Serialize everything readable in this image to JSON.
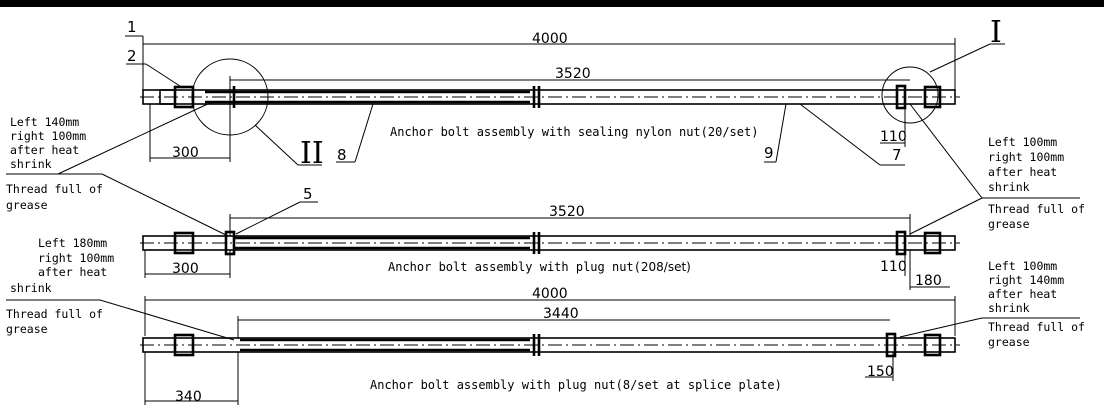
{
  "page": {
    "top_bar_color": "#000000",
    "line_color": "#000000",
    "background": "#ffffff"
  },
  "assembly1": {
    "title": "Anchor bolt assembly with sealing nylon nut(20/set)",
    "dim_total": "4000",
    "dim_inner": "3520",
    "dim_left": "300",
    "dim_right": "110",
    "tags": {
      "t1": "1",
      "t2": "2",
      "t7": "7",
      "t8": "8",
      "t9": "9"
    },
    "detail_right": "I",
    "detail_left": "II"
  },
  "assembly2": {
    "title_main": "Anchor bolt assembly with plug nut(",
    "title_count": "208/set)",
    "dim_inner": "3520",
    "dim_left": "300",
    "dim_right": "110",
    "dim_right2": "180",
    "tag5": "5"
  },
  "assembly3": {
    "title": "Anchor bolt assembly with plug nut(8/set at splice plate)",
    "dim_total": "4000",
    "dim_inner": "3440",
    "dim_left": "340",
    "dim_right": "150"
  },
  "notes": {
    "n1": [
      "Left 140mm",
      "right 100mm",
      "after heat",
      "shrink"
    ],
    "n1_grease": [
      "Thread full of",
      "grease"
    ],
    "n2": [
      "Left 100mm",
      "right 100mm",
      "after heat",
      "shrink"
    ],
    "n2_grease": [
      "Thread full of",
      "grease"
    ],
    "n3": [
      "Left 180mm",
      "right 100mm",
      "after heat",
      "shrink"
    ],
    "n3_grease": [
      "Thread full of",
      "grease"
    ],
    "n4": [
      "Left 100mm",
      "right 140mm",
      "after heat",
      "shrink"
    ],
    "n4_grease": [
      "Thread full of",
      "grease"
    ]
  }
}
